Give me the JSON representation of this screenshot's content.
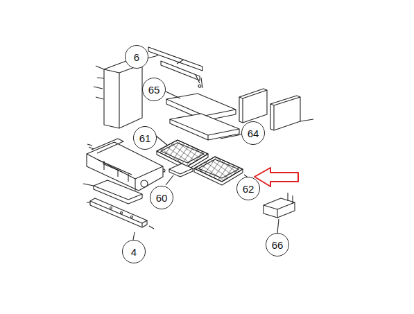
{
  "diagram": {
    "nodes": [
      {
        "text": [
          "6"
        ]
      },
      {
        "text": [
          "65"
        ]
      },
      {
        "text": [
          "61"
        ]
      },
      {
        "text": [
          "64"
        ]
      },
      {
        "text": [
          "60"
        ]
      },
      {
        "text": [
          "62"
        ]
      },
      {
        "text": [
          "4"
        ]
      },
      {
        "text": [
          "66"
        ]
      }
    ]
  }
}
